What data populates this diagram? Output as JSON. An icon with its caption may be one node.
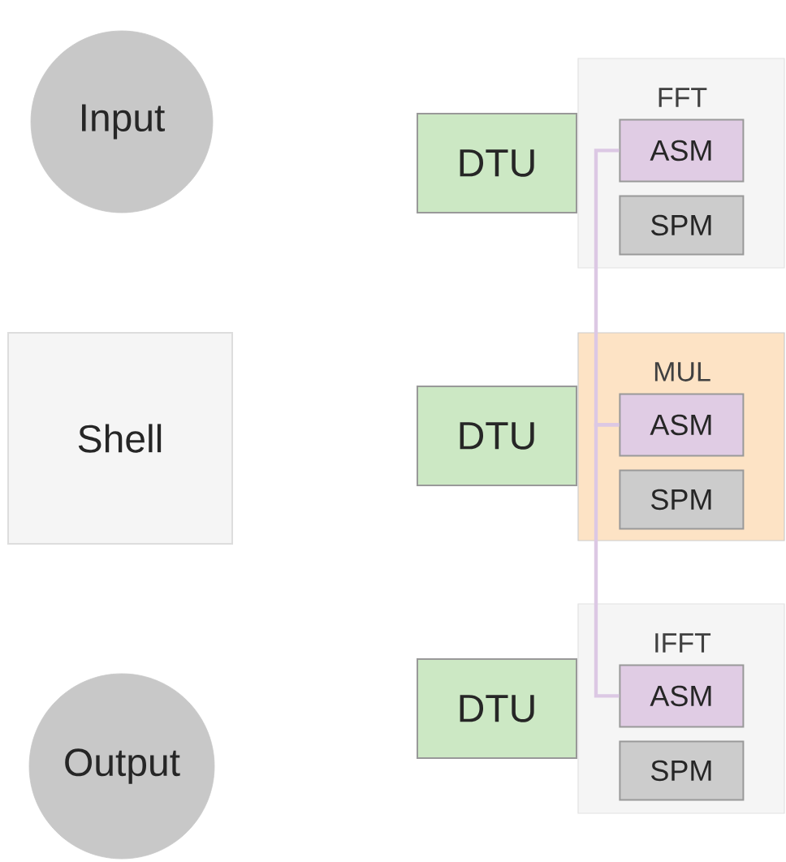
{
  "diagram": {
    "nodes": [
      {
        "text": [
          "Input"
        ]
      },
      {
        "text": [
          "DTU"
        ]
      },
      {
        "text": [
          "FFT"
        ]
      },
      {
        "text": [
          "ASM"
        ],
        "in": 2
      },
      {
        "text": [
          "SPM"
        ],
        "in": 2
      },
      {
        "text": [
          "Shell"
        ]
      },
      {
        "text": [
          "DTU"
        ]
      },
      {
        "text": [
          "MUL"
        ]
      },
      {
        "text": [
          "ASM"
        ],
        "in": 7
      },
      {
        "text": [
          "SPM"
        ],
        "in": 7
      },
      {
        "text": [
          "DTU"
        ]
      },
      {
        "text": [
          "IFFT"
        ]
      },
      {
        "text": [
          "ASM"
        ],
        "in": 11
      },
      {
        "text": [
          "SPM"
        ],
        "in": 11
      },
      {
        "text": [
          "Output"
        ]
      }
    ],
    "edges": [
      {
        "from": 3,
        "to": 8,
        "arrow": "none"
      },
      {
        "from": 8,
        "to": 12,
        "arrow": "none"
      }
    ]
  }
}
